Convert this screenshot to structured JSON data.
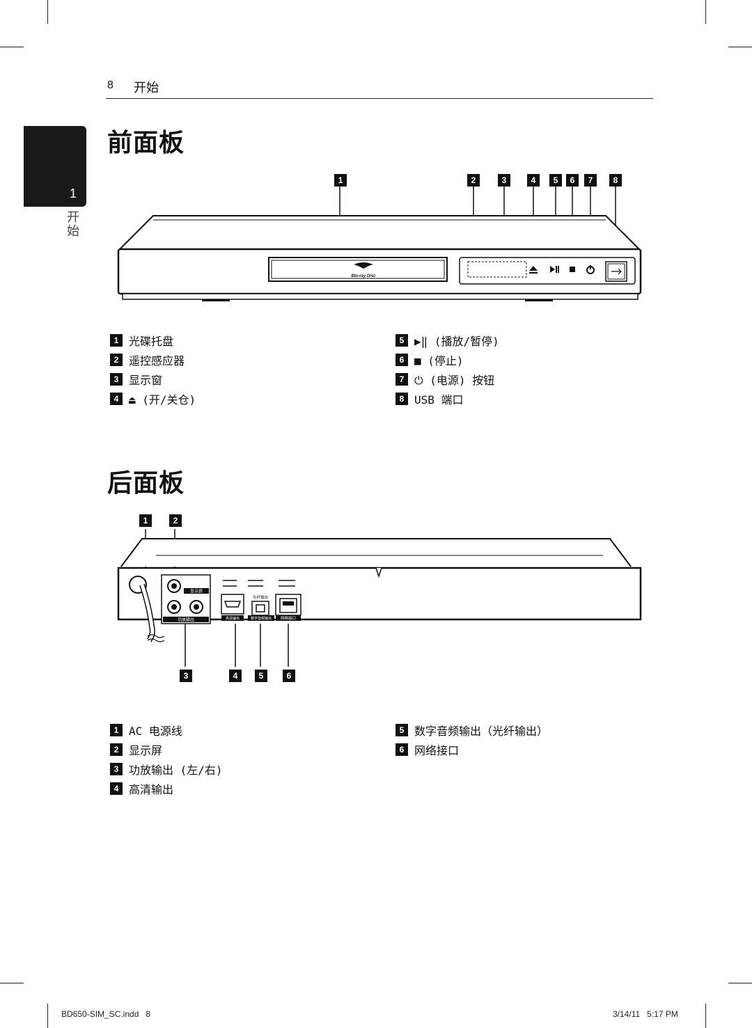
{
  "header": {
    "page_number": "8",
    "title": "开始"
  },
  "side_tab": {
    "number": "1",
    "label": "开始"
  },
  "front": {
    "title": "前面板",
    "callouts": [
      "1",
      "2",
      "3",
      "4",
      "5",
      "6",
      "7",
      "8"
    ],
    "legend_left": [
      {
        "n": "1",
        "text": "光碟托盘"
      },
      {
        "n": "2",
        "text": "遥控感应器"
      },
      {
        "n": "3",
        "text": "显示窗"
      },
      {
        "n": "4",
        "text": "⏏ (开/关仓)"
      }
    ],
    "legend_right": [
      {
        "n": "5",
        "text": "▶‖ (播放/暂停)"
      },
      {
        "n": "6",
        "text": "■ (停止)"
      },
      {
        "n": "7",
        "text": "⏻ (电源) 按钮"
      },
      {
        "n": "8",
        "text": "USB 端口"
      }
    ],
    "logo_text": "Blu-ray Disc"
  },
  "rear": {
    "title": "后面板",
    "callouts_top": [
      "1",
      "2"
    ],
    "callouts_bottom": [
      "3",
      "4",
      "5",
      "6"
    ],
    "port_labels": {
      "display": "显示屏",
      "audio": "功放输出",
      "hdmi": "高清输出",
      "optical_top": "光纤输出",
      "optical": "数字音频输出",
      "lan": "网络接口"
    },
    "legend_left": [
      {
        "n": "1",
        "text": "AC 电源线"
      },
      {
        "n": "2",
        "text": "显示屏"
      },
      {
        "n": "3",
        "text": "功放输出 (左/右)"
      },
      {
        "n": "4",
        "text": "高清输出"
      }
    ],
    "legend_right": [
      {
        "n": "5",
        "text": "数字音频输出（光纤输出）"
      },
      {
        "n": "6",
        "text": "网络接口"
      }
    ]
  },
  "footer": {
    "left": "BD650-SIM_SC.indd   8",
    "right": "3/14/11   5:17 PM"
  }
}
